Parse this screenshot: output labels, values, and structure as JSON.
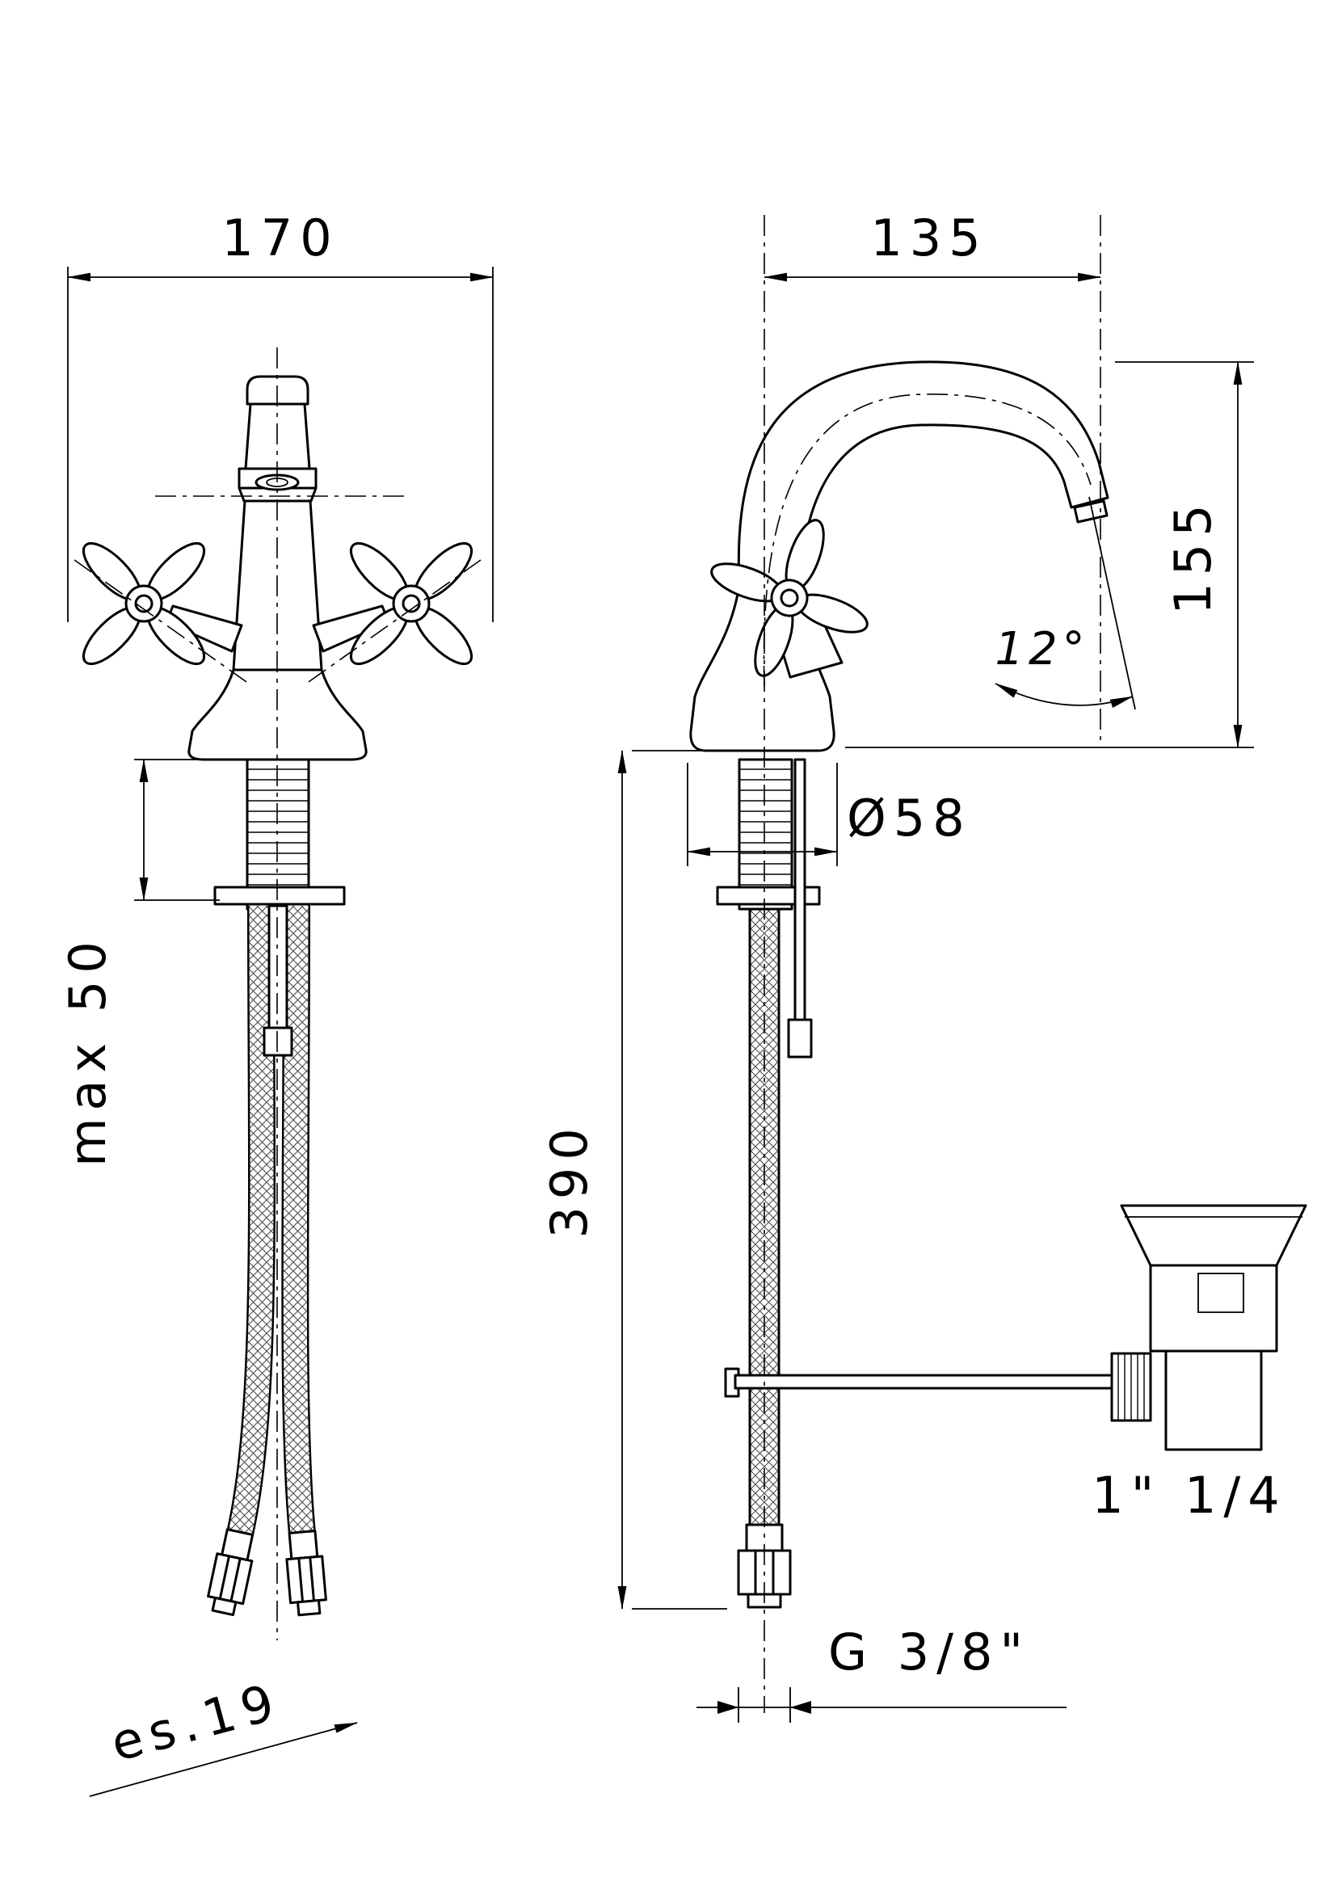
{
  "drawing": {
    "type": "technical-drawing",
    "subject": "two-handle basin mixer faucet with flexible hoses and pop-up waste",
    "views": {
      "front": "front view",
      "side": "side view"
    },
    "labels": {
      "overall_width": "170",
      "spout_reach": "135",
      "spout_height": "155",
      "spout_angle": "12°",
      "base_diameter": "Ø58",
      "max_deck_thickness": "max 50",
      "hose_length": "390",
      "waste_size": "1\" 1/4",
      "hose_thread": "G 3/8\"",
      "hex_size": "es.19"
    },
    "colors": {
      "line": "#000000",
      "background": "#ffffff"
    }
  }
}
